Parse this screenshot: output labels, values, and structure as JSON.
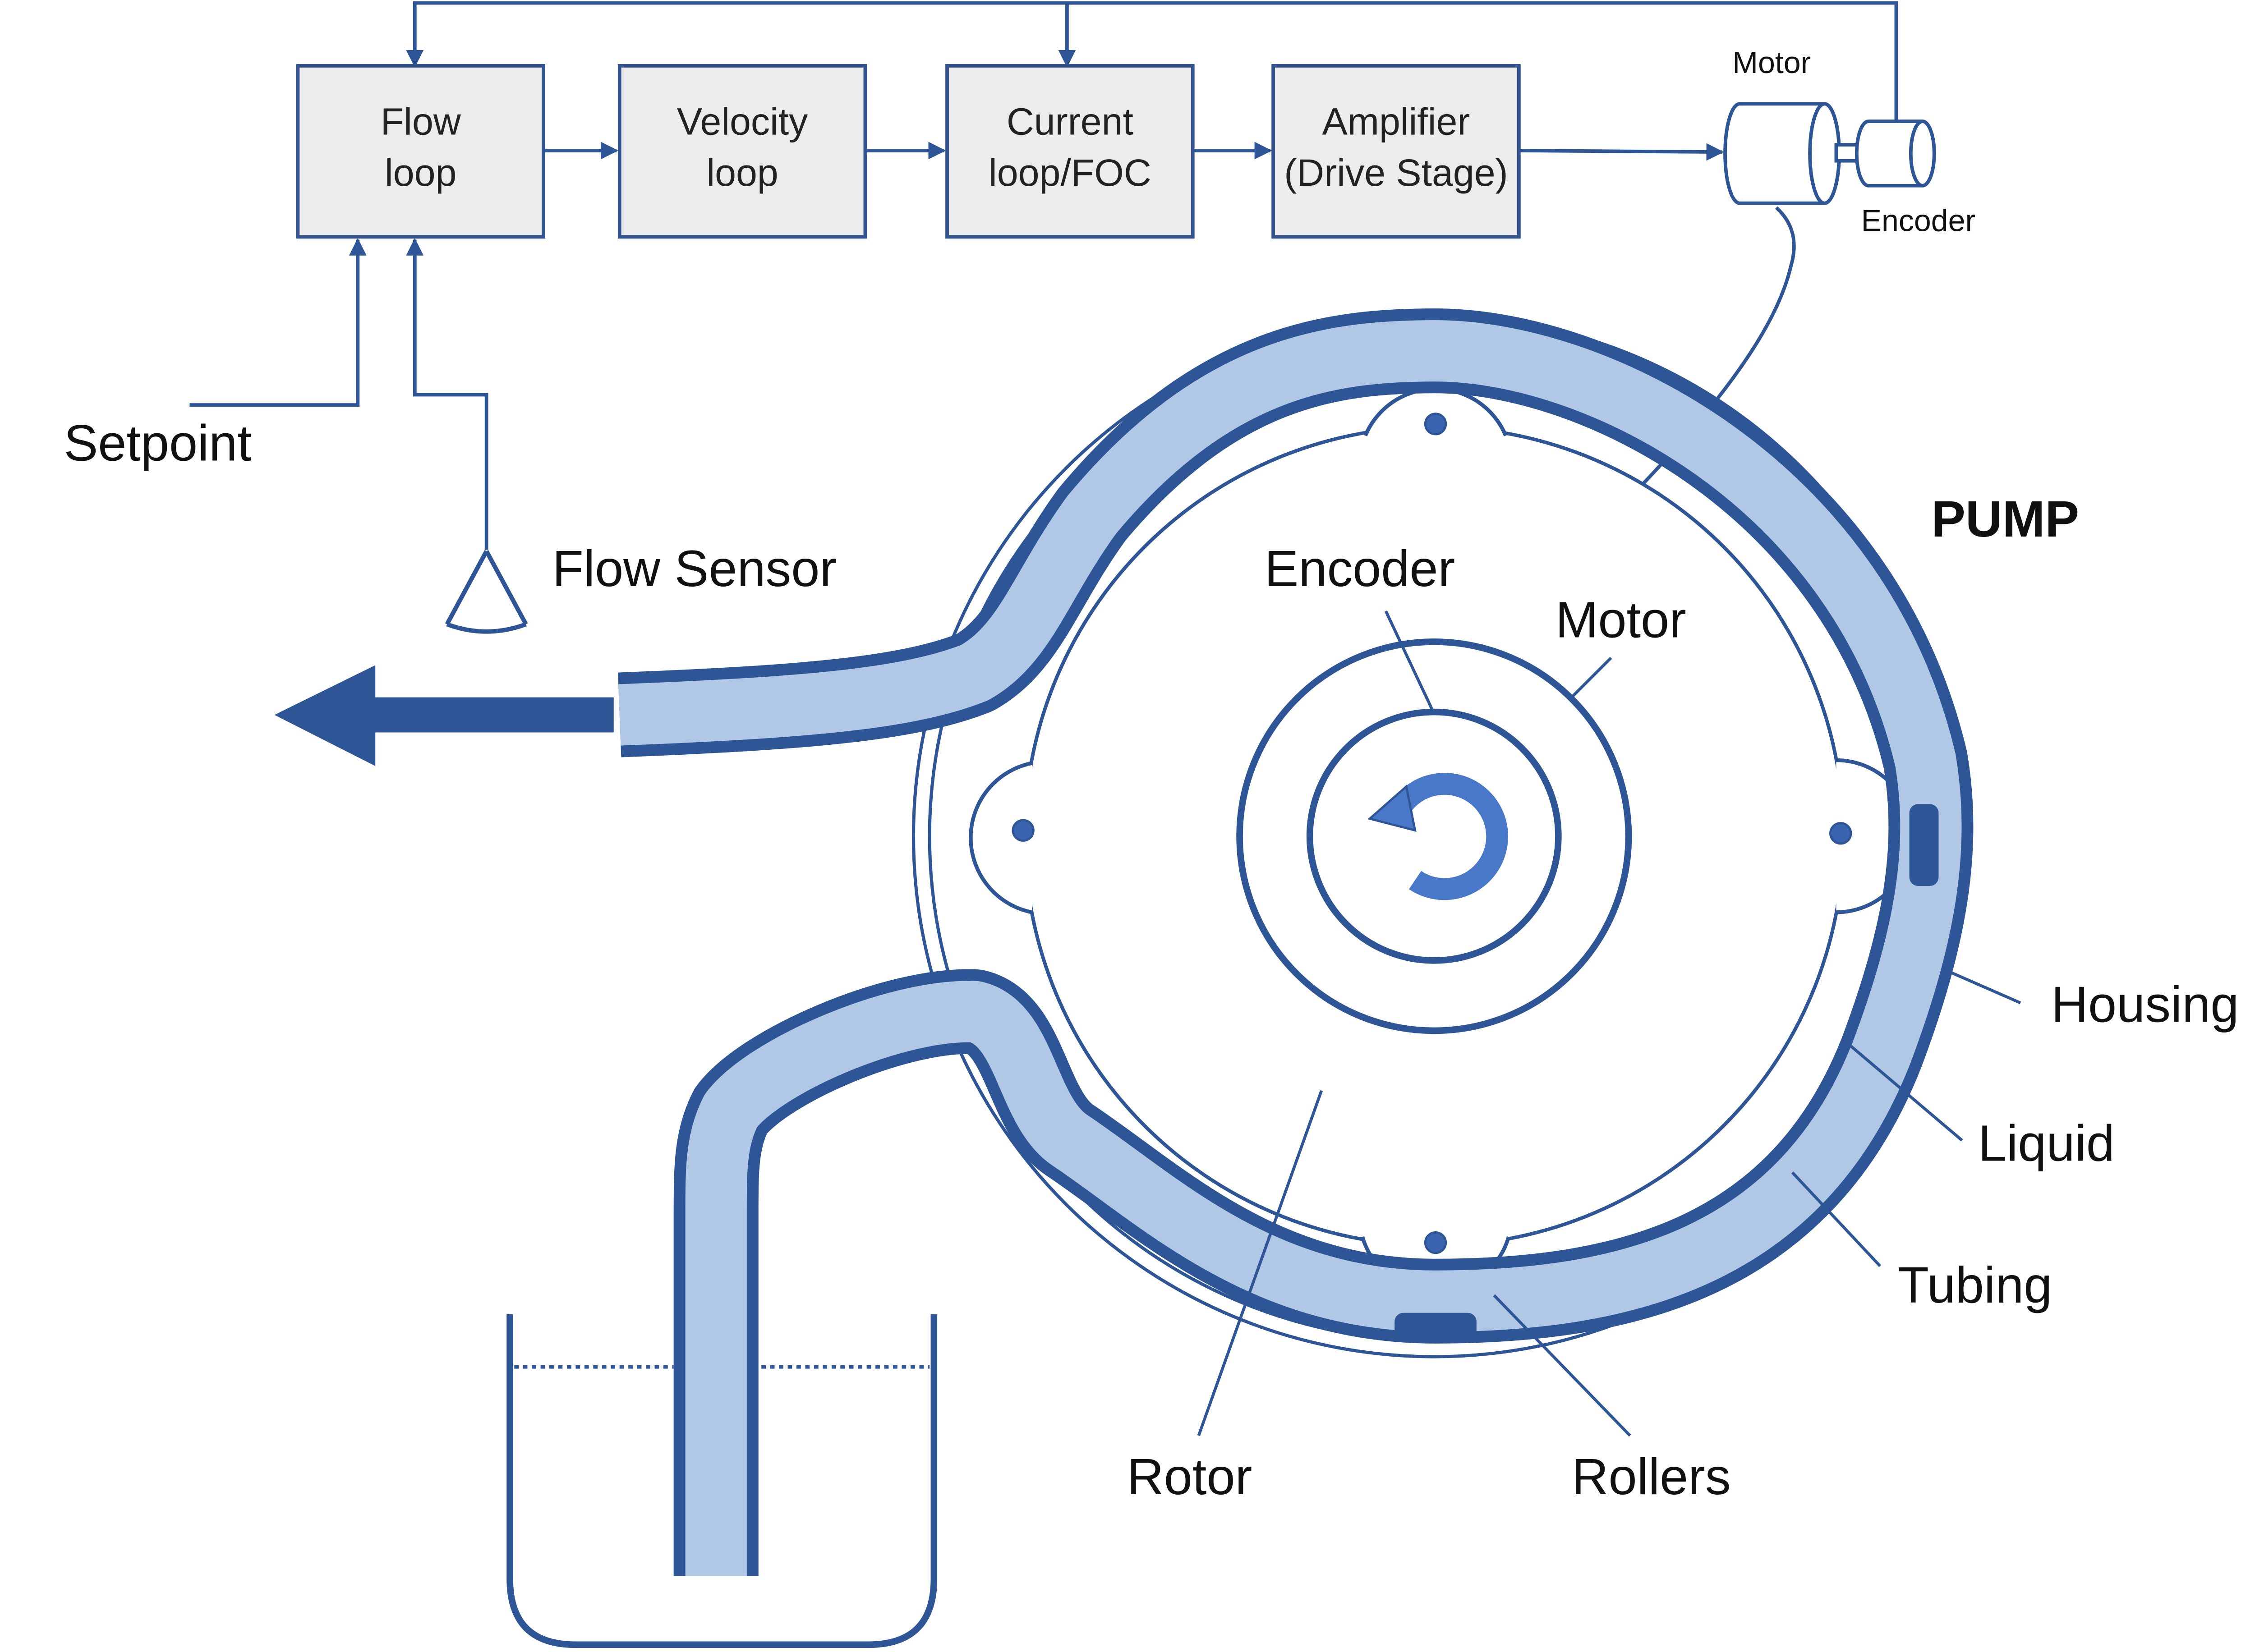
{
  "colors": {
    "stroke": "#2e5596",
    "tubing_fill": "#b1c7e6",
    "block_fill": "#ececec",
    "block_border": "#33548f",
    "rotation_arrow": "#4a78c9",
    "text": "#111111"
  },
  "blocks": {
    "flow_loop": [
      "Flow",
      "loop"
    ],
    "velocity_loop": [
      "Velocity",
      "loop"
    ],
    "current_loop": [
      "Current",
      "loop/FOC"
    ],
    "amplifier": [
      "Amplifier",
      "(Drive Stage)"
    ]
  },
  "labels": {
    "motor_small": "Motor",
    "encoder_small": "Encoder",
    "setpoint": "Setpoint",
    "flow_sensor": "Flow Sensor",
    "pump": "PUMP",
    "encoder": "Encoder",
    "motor": "Motor",
    "housing": "Housing",
    "liquid": "Liquid",
    "tubing": "Tubing",
    "rotor": "Rotor",
    "rollers": "Rollers"
  },
  "icons": {
    "flow_sensor": "flow-sensor-icon",
    "motor_small": "motor-icon",
    "encoder_small": "encoder-icon",
    "rotation": "rotation-arrow-icon",
    "outflow": "outflow-arrow-icon"
  }
}
